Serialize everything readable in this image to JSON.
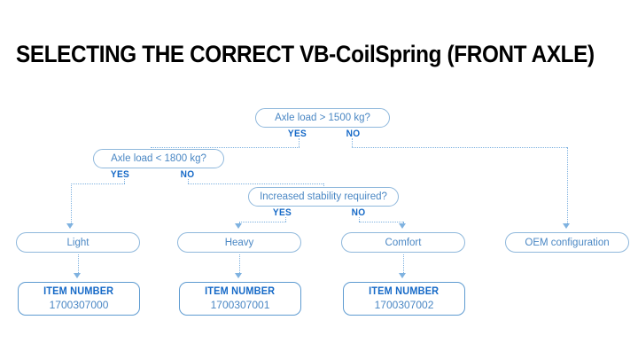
{
  "title": "SELECTING THE CORRECT VB-CoilSpring (FRONT AXLE)",
  "colors": {
    "node_border": "#8FB8DC",
    "node_text": "#4A87C4",
    "label_blue": "#1569C7",
    "connector": "#7FB2E0",
    "item_border": "#5E9BD1",
    "title_black": "#000000",
    "background": "#FFFFFF"
  },
  "decisions": [
    {
      "id": "d1",
      "question": "Axle load > 1500 kg?",
      "yes": "YES",
      "no": "NO"
    },
    {
      "id": "d2",
      "question": "Axle load < 1800 kg?",
      "yes": "YES",
      "no": "NO"
    },
    {
      "id": "d3",
      "question": "Increased stability required?",
      "yes": "YES",
      "no": "NO"
    }
  ],
  "results": [
    {
      "id": "r1",
      "label": "Light"
    },
    {
      "id": "r2",
      "label": "Heavy"
    },
    {
      "id": "r3",
      "label": "Comfort"
    },
    {
      "id": "r4",
      "label": "OEM configuration"
    }
  ],
  "item_numbers": [
    {
      "caption": "ITEM NUMBER",
      "value": "1700307000"
    },
    {
      "caption": "ITEM NUMBER",
      "value": "1700307001"
    },
    {
      "caption": "ITEM NUMBER",
      "value": "1700307002"
    }
  ]
}
